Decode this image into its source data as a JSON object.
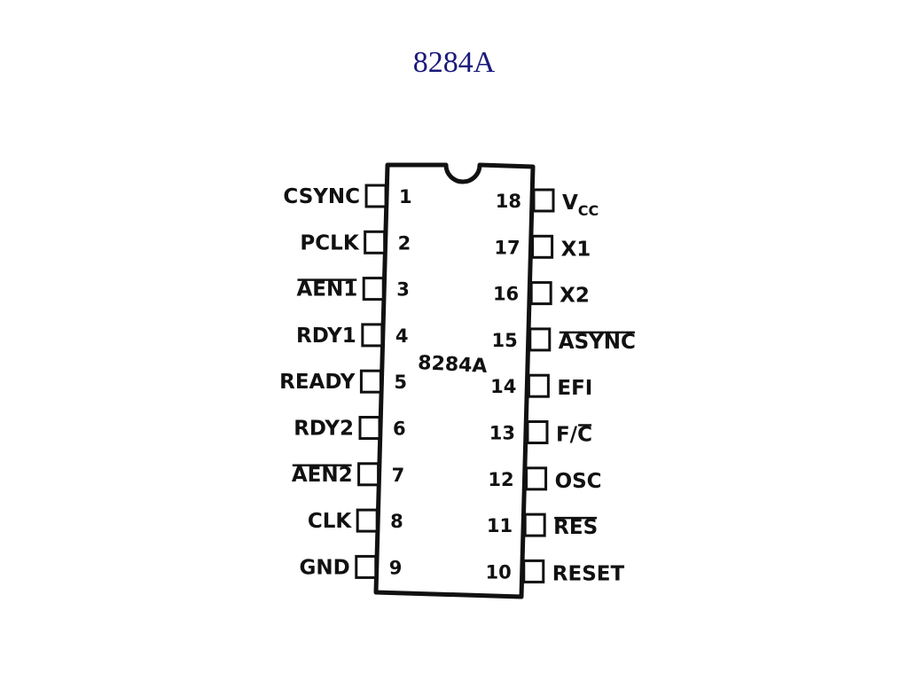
{
  "slide": {
    "title": "8284A"
  },
  "chip": {
    "name": "8284A",
    "left_pins": [
      {
        "number": "1",
        "label": "CSYNC",
        "active_low": false
      },
      {
        "number": "2",
        "label": "PCLK",
        "active_low": false
      },
      {
        "number": "3",
        "label": "AEN1",
        "active_low": true
      },
      {
        "number": "4",
        "label": "RDY1",
        "active_low": false
      },
      {
        "number": "5",
        "label": "READY",
        "active_low": false
      },
      {
        "number": "6",
        "label": "RDY2",
        "active_low": false
      },
      {
        "number": "7",
        "label": "AEN2",
        "active_low": true
      },
      {
        "number": "8",
        "label": "CLK",
        "active_low": false
      },
      {
        "number": "9",
        "label": "GND",
        "active_low": false
      }
    ],
    "right_pins": [
      {
        "number": "18",
        "label": "V",
        "label_sub": "CC",
        "active_low": false
      },
      {
        "number": "17",
        "label": "X1",
        "active_low": false
      },
      {
        "number": "16",
        "label": "X2",
        "active_low": false
      },
      {
        "number": "15",
        "label": "ASYNC",
        "active_low": true
      },
      {
        "number": "14",
        "label": "EFI",
        "active_low": false
      },
      {
        "number": "13",
        "label": "F/",
        "label_bar_part": "C",
        "active_low": false
      },
      {
        "number": "12",
        "label": "OSC",
        "active_low": false
      },
      {
        "number": "11",
        "label": "RES",
        "active_low": true
      },
      {
        "number": "10",
        "label": "RESET",
        "active_low": false
      }
    ]
  }
}
